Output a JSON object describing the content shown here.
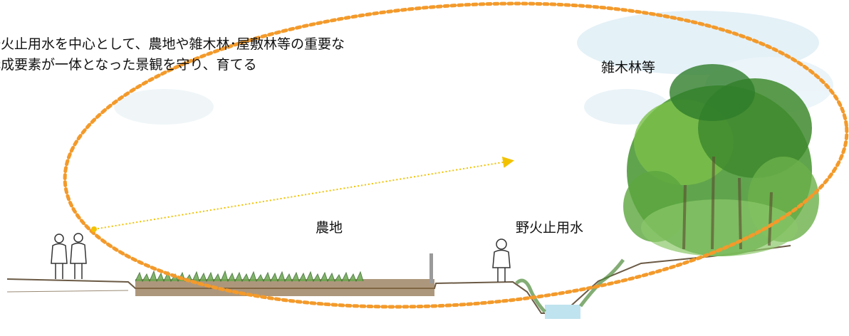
{
  "caption": {
    "line1": "野火止用水を中心として、農地や雑木林･屋敷林等の重要な",
    "line2": "構成要素が一体となった景観を守り、育てる"
  },
  "labels": {
    "forest": "雑木林等",
    "farmland": "農地",
    "canal": "野火止用水"
  },
  "colors": {
    "ellipse": "#f39a2b",
    "arrow": "#f2c200",
    "tree_dark": "#2f7d2b",
    "tree_light": "#7cc04a",
    "soil": "#8a6b45",
    "water": "#bfe3ef",
    "sky": "#cfe6f2"
  }
}
